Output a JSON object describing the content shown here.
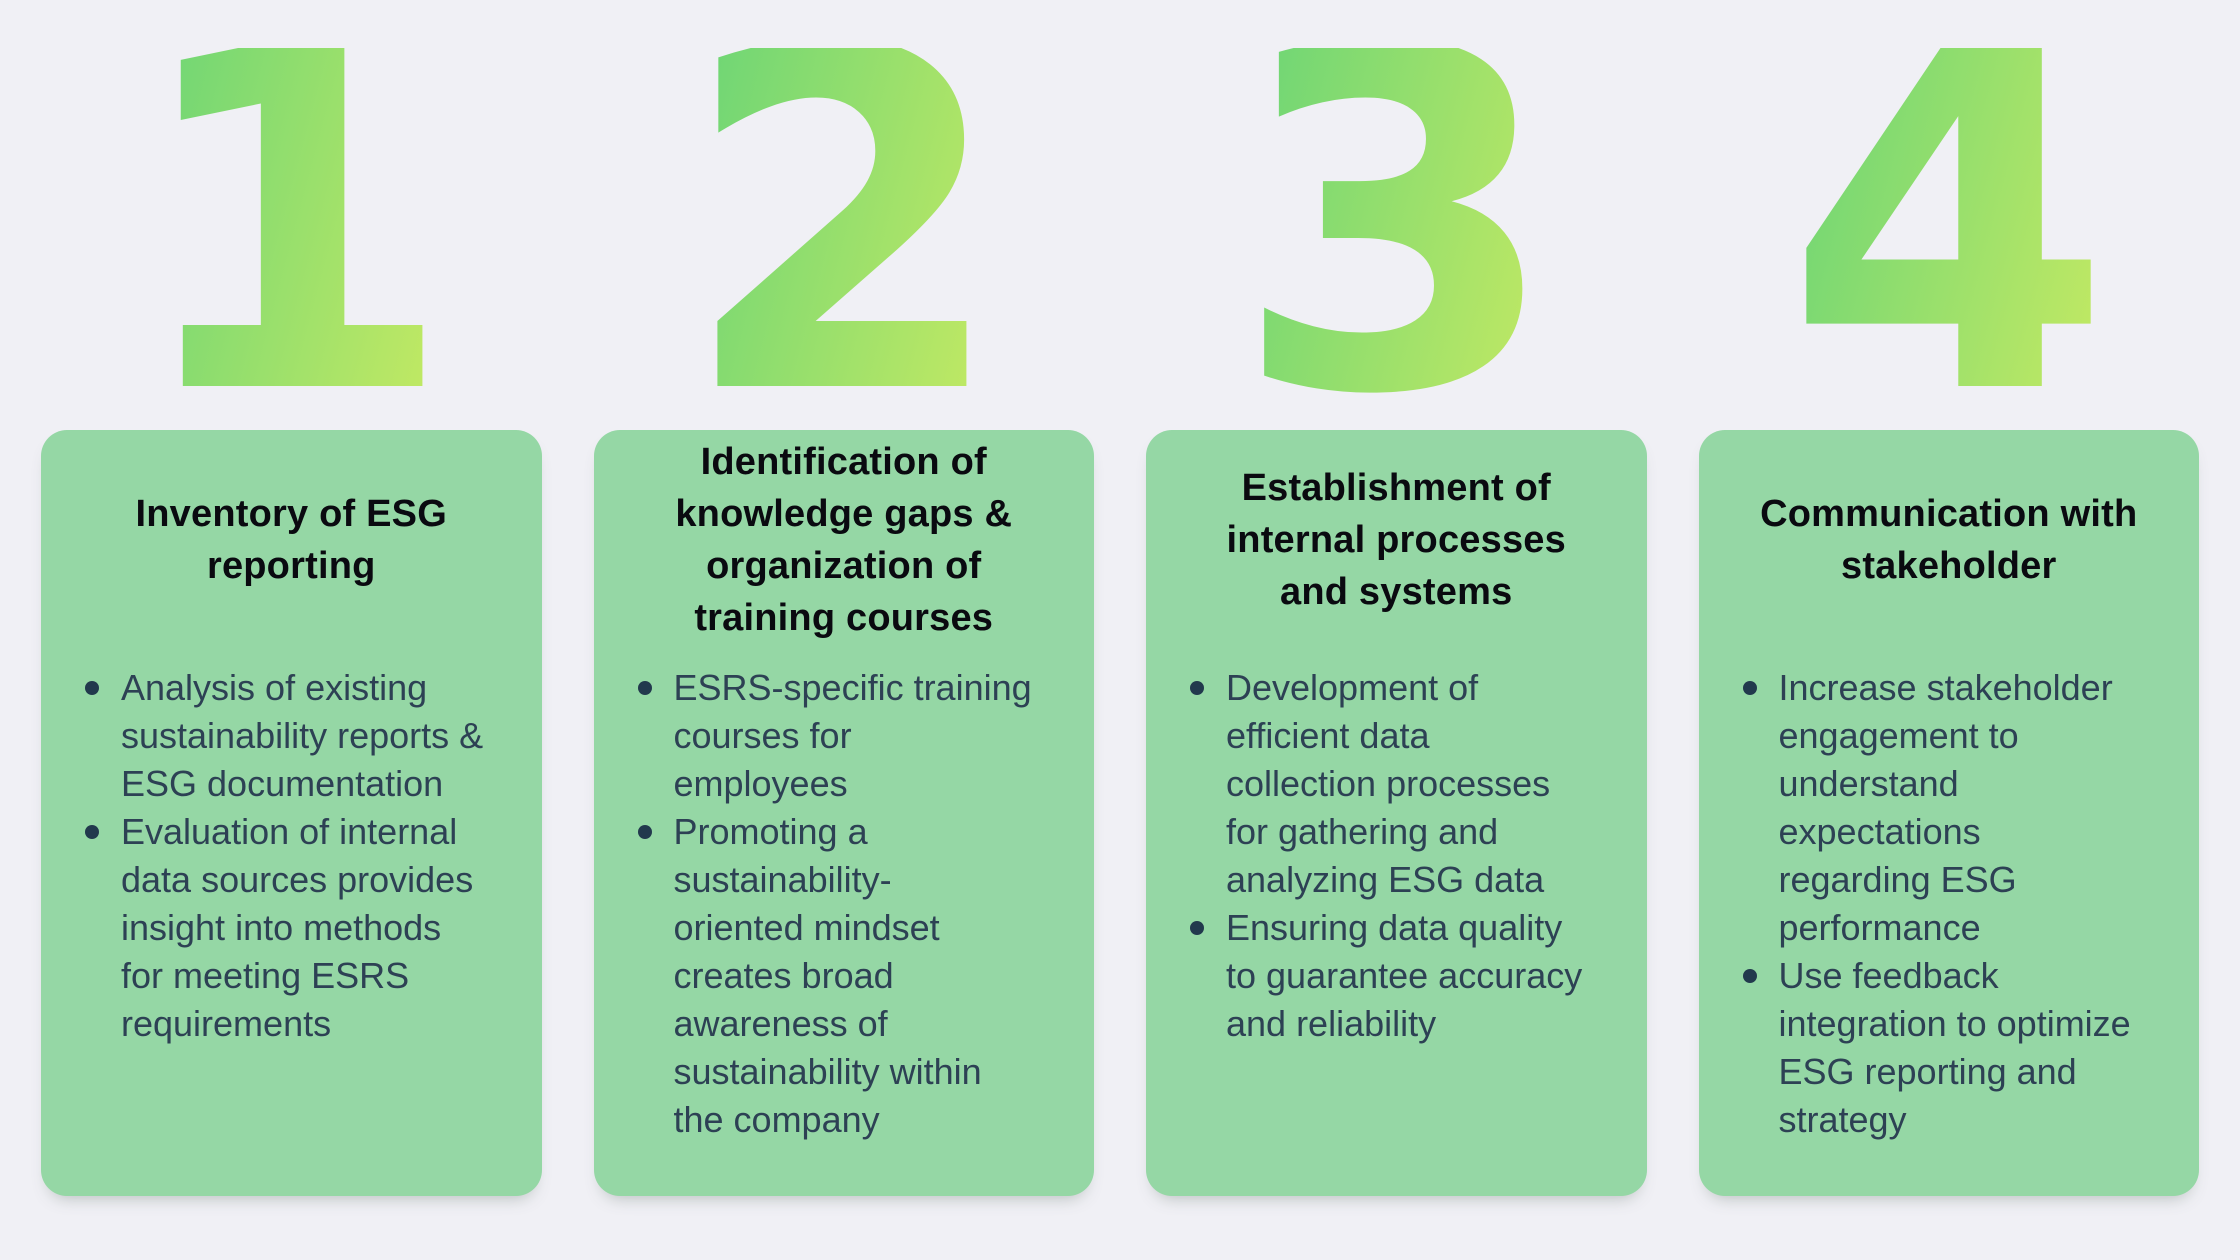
{
  "colors": {
    "page_background": "#f0f0f5",
    "card_background": "#95d7a5",
    "number_gradient_start": "#70d675",
    "number_gradient_end": "#c2e963",
    "title_text": "#0a0a10",
    "body_text": "#2d4154"
  },
  "steps": [
    {
      "number": "1",
      "title": "Inventory of ESG\nreporting",
      "bullets": [
        "Analysis of existing\nsustainability reports &\nESG documentation",
        "Evaluation of internal\ndata sources provides\ninsight into methods\nfor meeting ESRS\nrequirements"
      ]
    },
    {
      "number": "2",
      "title": "Identification of\nknowledge gaps &\norganization of\ntraining courses",
      "bullets": [
        "ESRS-specific training\ncourses for\nemployees",
        "Promoting a\nsustainability-\noriented mindset\ncreates broad\nawareness of\nsustainability within\nthe company"
      ]
    },
    {
      "number": "3",
      "title": "Establishment of\ninternal processes\nand systems",
      "bullets": [
        "Development of\nefficient data\ncollection processes\nfor gathering and\nanalyzing ESG data",
        "Ensuring data quality\nto guarantee accuracy\nand reliability"
      ]
    },
    {
      "number": "4",
      "title": "Communication with\nstakeholder",
      "bullets": [
        "Increase stakeholder\nengagement to\nunderstand\nexpectations\nregarding ESG\nperformance",
        "Use feedback\nintegration to optimize\nESG reporting and\nstrategy"
      ]
    }
  ]
}
